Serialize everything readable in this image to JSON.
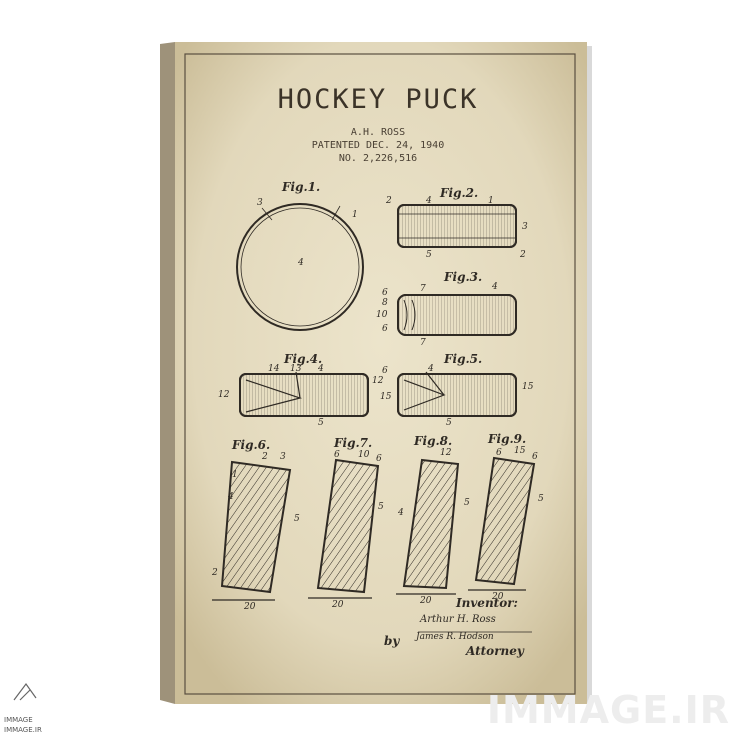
{
  "poster": {
    "title": "HOCKEY PUCK",
    "inventor_name": "A.H. ROSS",
    "patent_date": "PATENTED DEC. 24, 1940",
    "patent_number": "NO. 2,226,516"
  },
  "figures": [
    {
      "label": "Fig.1.",
      "parts": [
        "3",
        "1",
        "4"
      ]
    },
    {
      "label": "Fig.2.",
      "parts": [
        "2",
        "4",
        "1",
        "3",
        "5",
        "2"
      ]
    },
    {
      "label": "Fig.3.",
      "parts": [
        "6",
        "7",
        "4",
        "8",
        "10",
        "6",
        "7"
      ]
    },
    {
      "label": "Fig.4.",
      "parts": [
        "14",
        "13",
        "4",
        "12",
        "12",
        "5"
      ]
    },
    {
      "label": "Fig.5.",
      "parts": [
        "6",
        "4",
        "15",
        "15",
        "5"
      ]
    },
    {
      "label": "Fig.6.",
      "parts": [
        "2",
        "3",
        "1",
        "4",
        "5",
        "2",
        "20"
      ]
    },
    {
      "label": "Fig.7.",
      "parts": [
        "6",
        "10",
        "6",
        "5",
        "20"
      ]
    },
    {
      "label": "Fig.8.",
      "parts": [
        "12",
        "4",
        "5",
        "20"
      ]
    },
    {
      "label": "Fig.9.",
      "parts": [
        "6",
        "15",
        "6",
        "5",
        "20"
      ]
    }
  ],
  "signatures": {
    "inventor_label": "Inventor:",
    "inventor_signature": "Arthur H. Ross",
    "by": "by",
    "attorney_signature": "James R. Hodson",
    "attorney_label": "Attorney"
  },
  "watermark": {
    "brand": "IMMAGE.IR",
    "logo_line1": "IMMAGE",
    "logo_line2": "IMMAGE.IR"
  },
  "colors": {
    "paper": "#e8dfc4",
    "ink": "#2f2a24",
    "frame_edge": "#bfb394"
  }
}
